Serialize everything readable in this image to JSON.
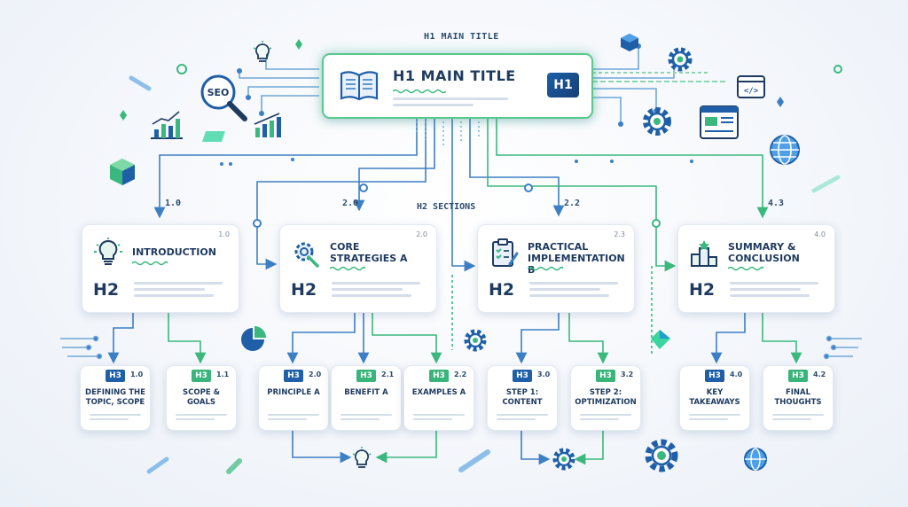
{
  "top_label": "H1 MAIN TITLE",
  "h1": {
    "title": "H1 MAIN TITLE",
    "badge": "H1"
  },
  "section_label": "H2 SECTIONS",
  "seo_badge": "SEO",
  "branch_labels": [
    "1.0",
    "2.0",
    "2.2",
    "4.3"
  ],
  "h2_sections": [
    {
      "title": "INTRODUCTION",
      "number": "1.0",
      "badge": "H2",
      "icon": "lightbulb-icon"
    },
    {
      "title": "CORE STRATEGIES A",
      "number": "2.0",
      "badge": "H2",
      "icon": "gear-wrench-icon"
    },
    {
      "title": "PRACTICAL IMPLEMENTATION B",
      "number": "2.3",
      "badge": "H2",
      "icon": "clipboard-check-icon"
    },
    {
      "title": "SUMMARY & CONCLUSION",
      "number": "4.0",
      "badge": "H2",
      "icon": "podium-icon"
    }
  ],
  "h3_items": [
    {
      "badge": "H3",
      "number": "1.0",
      "title": "DEFINING THE TOPIC, SCOPE",
      "color": "#1f5fa8"
    },
    {
      "badge": "H3",
      "number": "1.1",
      "title": "SCOPE & GOALS",
      "color": "#39b47a"
    },
    {
      "badge": "H3",
      "number": "2.0",
      "title": "PRINCIPLE A",
      "color": "#1f5fa8"
    },
    {
      "badge": "H3",
      "number": "2.1",
      "title": "BENEFIT A",
      "color": "#39b47a"
    },
    {
      "badge": "H3",
      "number": "2.2",
      "title": "EXAMPLES A",
      "color": "#39b47a"
    },
    {
      "badge": "H3",
      "number": "3.0",
      "title": "STEP 1: CONTENT",
      "color": "#1f5fa8"
    },
    {
      "badge": "H3",
      "number": "3.2",
      "title": "STEP 2: OPTIMIZATION",
      "color": "#39b47a"
    },
    {
      "badge": "H3",
      "number": "4.0",
      "title": "KEY TAKEAWAYS",
      "color": "#1f5fa8"
    },
    {
      "badge": "H3",
      "number": "4.2",
      "title": "FINAL THOUGHTS",
      "color": "#39b47a"
    }
  ],
  "colors": {
    "blue": "#1f5fa8",
    "green": "#39b47a",
    "accent_glow": "#58c98c",
    "wire_blue": "#3d7fc4"
  }
}
